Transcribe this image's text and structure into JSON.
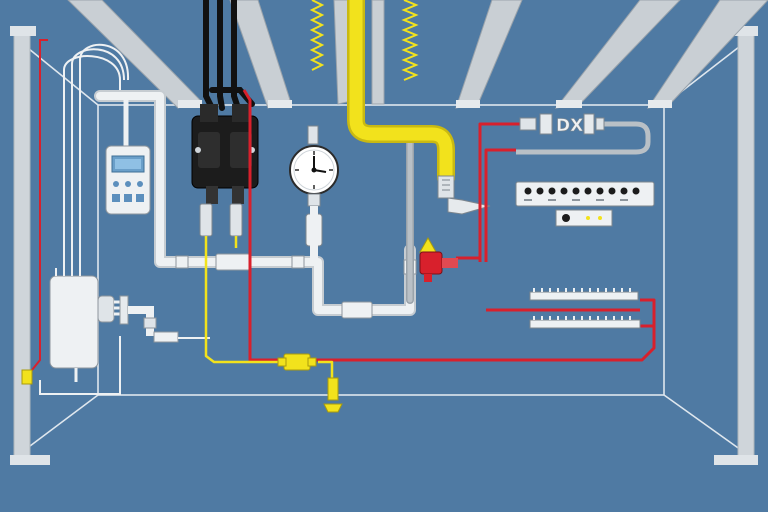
{
  "colors": {
    "background": "#4f7aa3",
    "wall_line": "#dfe7ee",
    "beam": "#c9cfd4",
    "pipe_white": "#eef1f3",
    "pipe_grey": "#b9c0c6",
    "wire_red": "#d8202c",
    "wire_yellow": "#f2e21c",
    "wire_black": "#111111",
    "panel": "#1c1c1c",
    "outline": "#2b2b2b"
  },
  "icons": [
    "thermostat-icon",
    "circuit-breaker-icon",
    "pressure-gauge-icon",
    "water-heater-tank-icon",
    "valve-icon",
    "network-switch-icon",
    "power-strip-icon",
    "connector-icon"
  ],
  "thermostat": {
    "display_value": "",
    "buttons": 6
  },
  "network_switch": {
    "port_count": 10
  },
  "power_strip_rows": 2
}
